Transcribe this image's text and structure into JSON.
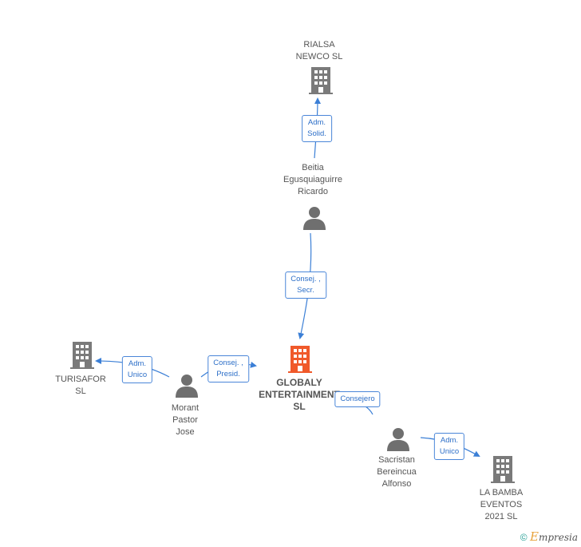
{
  "nodes": {
    "rialsa": {
      "kind": "company",
      "lines": [
        "RIALSA",
        "NEWCO  SL"
      ]
    },
    "beitia": {
      "kind": "person",
      "lines": [
        "Beitia",
        "Egusquiaguirre",
        "Ricardo"
      ]
    },
    "globaly": {
      "kind": "company",
      "focus": true,
      "lines": [
        "GLOBALY",
        "ENTERTAINMENT",
        "SL"
      ]
    },
    "turisafor": {
      "kind": "company",
      "lines": [
        "TURISAFOR",
        "SL"
      ]
    },
    "morant": {
      "kind": "person",
      "lines": [
        "Morant",
        "Pastor",
        "Jose"
      ]
    },
    "sacristan": {
      "kind": "person",
      "lines": [
        "Sacristan",
        "Bereincua",
        "Alfonso"
      ]
    },
    "labamba": {
      "kind": "company",
      "lines": [
        "LA BAMBA",
        "EVENTOS",
        "2021  SL"
      ]
    }
  },
  "edges": {
    "beitia_rialsa": [
      "Adm.",
      "Solid."
    ],
    "beitia_globaly": [
      "Consej. ,",
      "Secr."
    ],
    "morant_turisafor": [
      "Adm.",
      "Unico"
    ],
    "morant_globaly": [
      "Consej. ,",
      "Presid."
    ],
    "sacristan_globaly": [
      "Consejero"
    ],
    "sacristan_labamba": [
      "Adm.",
      "Unico"
    ]
  },
  "colors": {
    "company_icon": "#7a7a7a",
    "focus_icon": "#f0592a",
    "person_icon": "#6f6f6f",
    "edge": "#3b7fd6",
    "label_text": "#555555"
  },
  "footer": {
    "copyright": "©",
    "brand_first": "E",
    "brand_rest": "mpresia"
  }
}
